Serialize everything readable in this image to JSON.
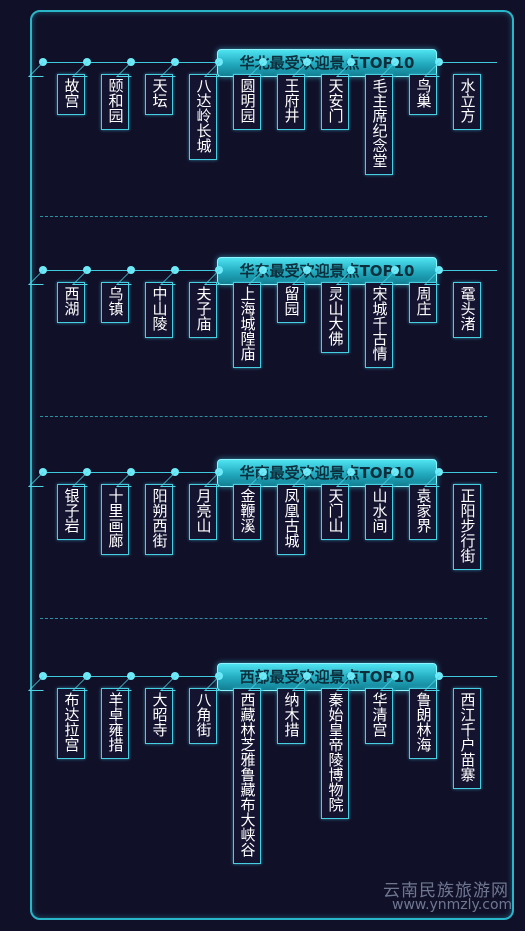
{
  "sections": [
    {
      "title": "华北最受欢迎景点TOP10",
      "items": [
        "故宫",
        "颐和园",
        "天坛",
        "八达岭长城",
        "圆明园",
        "王府井",
        "天安门",
        "毛主席纪念堂",
        "鸟巢",
        "水立方"
      ]
    },
    {
      "title": "华东最受欢迎景点TOP10",
      "items": [
        "西湖",
        "乌镇",
        "中山陵",
        "夫子庙",
        "上海城隍庙",
        "留园",
        "灵山大佛",
        "宋城千古情",
        "周庄",
        "鼋头渚"
      ]
    },
    {
      "title": "华南最受欢迎景点TOP10",
      "items": [
        "银子岩",
        "十里画廊",
        "阳朔西街",
        "月亮山",
        "金鞭溪",
        "凤凰古城",
        "天门山",
        "山水间",
        "袁家界",
        "正阳步行街"
      ]
    },
    {
      "title": "西部最受欢迎景点TOP10",
      "items": [
        "布达拉宫",
        "羊卓雍措",
        "大昭寺",
        "八角街",
        "西藏林芝雅鲁藏布大峡谷",
        "纳木措",
        "秦始皇帝陵博物院",
        "华清宫",
        "鲁朗林海",
        "西江千户苗寨"
      ]
    }
  ],
  "watermark": {
    "site": "云南民族旅游网",
    "url": "www.ynmzly.com"
  },
  "colors": {
    "background": "#111029",
    "accent": "#2ab6c9",
    "title_bg": "#21a8bd"
  }
}
